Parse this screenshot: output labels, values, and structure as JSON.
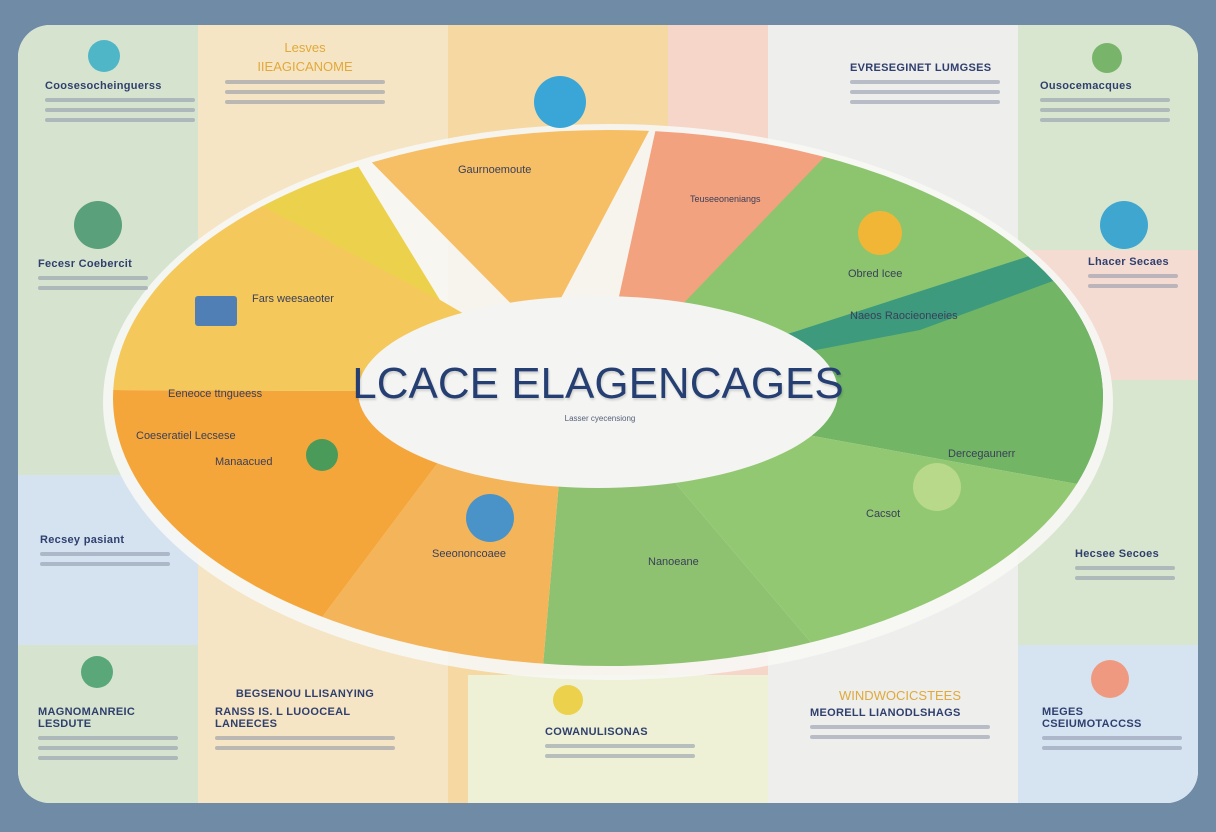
{
  "title": "LCACE ELAGENCAGES",
  "subtitle": "Lasser cyecensiong",
  "colors": {
    "background": "#6f8ba6",
    "navy": "#263f73",
    "yellow": "#ecd24c",
    "orange": "#f4ac48",
    "salmon": "#f1a07e",
    "green": "#86c16c",
    "teal": "#3d9a7d"
  },
  "panels": {
    "top_left": "Coosesocheinguerss",
    "top_mid_a": "Lesves",
    "top_mid_b": "IIEAGICANOME",
    "top_right": "EVRESEGINET LUMGSES",
    "top_far_right": "Ousocemacques",
    "mid_left": "Fecesr Coebercit",
    "mid_right": "Lhacer Secaes",
    "low_left": "Recsey pasiant",
    "low_right": "Hecsee Secoes",
    "bottom_left": "MAGNOMANREIC LESDUTE",
    "bottom_mid_a": "BEGSENOU LLISANYING",
    "bottom_mid_b": "RANSS IS. L LUOOCEAL LANEECES",
    "bottom_center": "COWANULISONAS",
    "bottom_right_a": "WINDWOCICSTEES",
    "bottom_right_b": "MEORELL LIANODLSHAGS",
    "bottom_far_right": "MEGES CSEIUMOTACCSS"
  },
  "wedges": {
    "w1": "Gaurnoemoute",
    "w2": "Fars weesaeoter",
    "w3": "Eeneoce ttngueess",
    "w4": "Coeseratiel Lecsese",
    "w5": "Manaacued",
    "w6": "Seeononcoaee",
    "w7": "Nanoeane",
    "w8": "Cacsot",
    "w9": "Dercegaunerr",
    "w10": "Naeos Raocieoneeies",
    "w11": "Obred Icee",
    "w12": "Teuseeoneniangs"
  }
}
